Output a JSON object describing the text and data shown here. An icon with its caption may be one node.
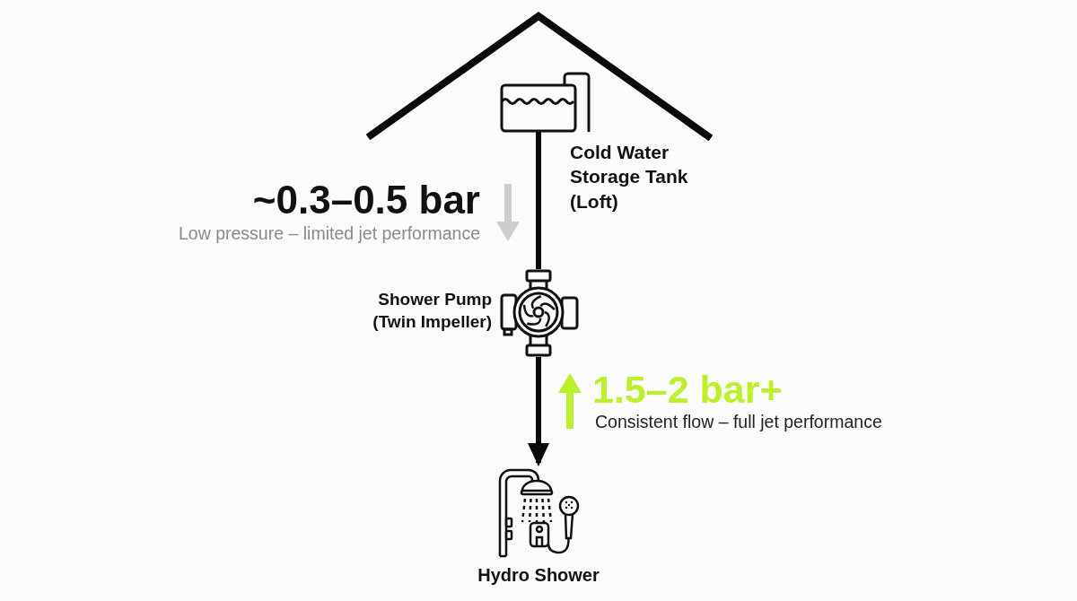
{
  "diagram": {
    "nodes": [
      {
        "text": [
          "Cold Water Storage Tank (Loft)"
        ]
      },
      {
        "text": [
          "Shower Pump (Twin Impeller)"
        ]
      },
      {
        "text": [
          "Hydro Shower"
        ]
      }
    ],
    "edges": [
      {
        "from": 0,
        "to": 1,
        "arrow": "none"
      },
      {
        "from": 1,
        "to": 2,
        "arrow": "to"
      }
    ],
    "labels": [
      "~0.3–0.5 bar",
      "Low pressure – limited jet performance",
      "1.5–2 bar+",
      "Consistent flow – full jet performance"
    ]
  }
}
